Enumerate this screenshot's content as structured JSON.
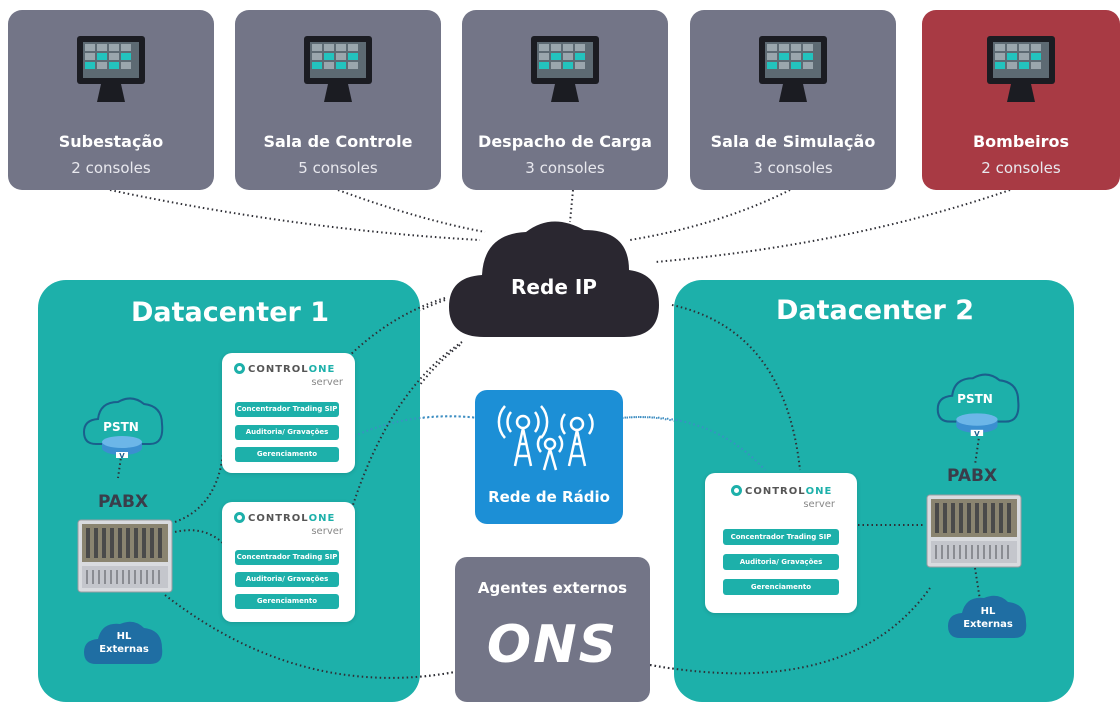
{
  "sites": [
    {
      "name": "Subestação",
      "count": "2 consoles",
      "color": "#737587"
    },
    {
      "name": "Sala de Controle",
      "count": "5 consoles",
      "color": "#737587"
    },
    {
      "name": "Despacho de Carga",
      "count": "3 consoles",
      "color": "#737587"
    },
    {
      "name": "Sala de Simulação",
      "count": "3 consoles",
      "color": "#737587"
    },
    {
      "name": "Bombeiros",
      "count": "2 consoles",
      "color": "#a83a44"
    }
  ],
  "network": {
    "label": "Rede IP"
  },
  "datacenter1": {
    "title": "Datacenter 1",
    "pstn": "PSTN",
    "pabx": "PABX",
    "hl": "HL",
    "externas": "Externas",
    "servers": [
      {
        "logo_pre": "CONTROL",
        "logo_brand": "ONE",
        "sub": "server",
        "items": [
          "Concentrador Trading SIP",
          "Auditoria/ Gravações",
          "Gerenciamento"
        ]
      },
      {
        "logo_pre": "CONTROL",
        "logo_brand": "ONE",
        "sub": "server",
        "items": [
          "Concentrador Trading SIP",
          "Auditoria/ Gravações",
          "Gerenciamento"
        ]
      }
    ]
  },
  "datacenter2": {
    "title": "Datacenter 2",
    "pstn": "PSTN",
    "pabx": "PABX",
    "hl": "HL",
    "externas": "Externas",
    "server": {
      "logo_pre": "CONTROL",
      "logo_brand": "ONE",
      "sub": "server",
      "items": [
        "Concentrador Trading SIP",
        "Auditoria/ Gravações",
        "Gerenciamento"
      ]
    }
  },
  "radio": {
    "label": "Rede de Rádio"
  },
  "agents": {
    "title": "Agentes externos",
    "logo": "ONS"
  },
  "colors": {
    "teal": "#1db0aa",
    "site_gray": "#737587",
    "site_red": "#a83a44",
    "cloud_dark": "#2a2730",
    "radio_blue": "#1c8fd6",
    "agent_gray": "#737587"
  }
}
